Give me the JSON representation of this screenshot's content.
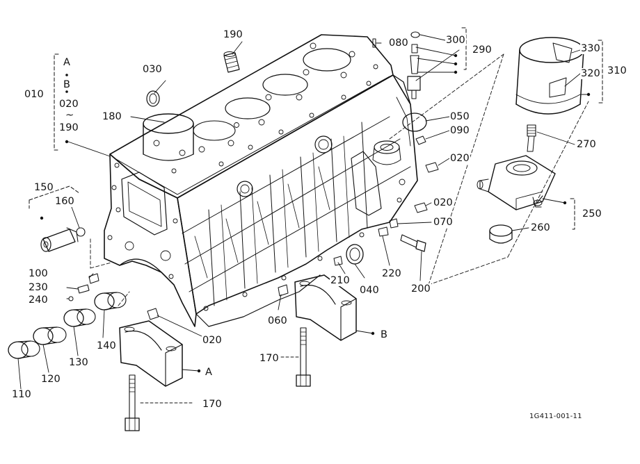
{
  "colors": {
    "ink": "#111111",
    "paper": "#ffffff",
    "shade": "#777777"
  },
  "figure_code": "1G411-001-11",
  "callouts": {
    "c010": "010",
    "cA_top": "A",
    "cB_top": "B",
    "c020_top": "020",
    "c_tilde": "~",
    "c190_range": "190",
    "c030": "030",
    "c190": "190",
    "c180": "180",
    "c080": "080",
    "c300": "300",
    "c290": "290",
    "c330": "330",
    "c320": "320",
    "c310": "310",
    "c050": "050",
    "c090": "090",
    "c020_a": "020",
    "c020_b": "020",
    "c070": "070",
    "c270": "270",
    "c250": "250",
    "c260": "260",
    "c150": "150",
    "c160": "160",
    "c100": "100",
    "c230": "230",
    "c240": "240",
    "c210": "210",
    "c040": "040",
    "c220": "220",
    "c200": "200",
    "c060": "060",
    "c020_c": "020",
    "c140": "140",
    "c130": "130",
    "c120": "120",
    "c110": "110",
    "c170_a": "170",
    "c170_b": "170",
    "cA_cap": "A",
    "cB_cap": "B"
  }
}
